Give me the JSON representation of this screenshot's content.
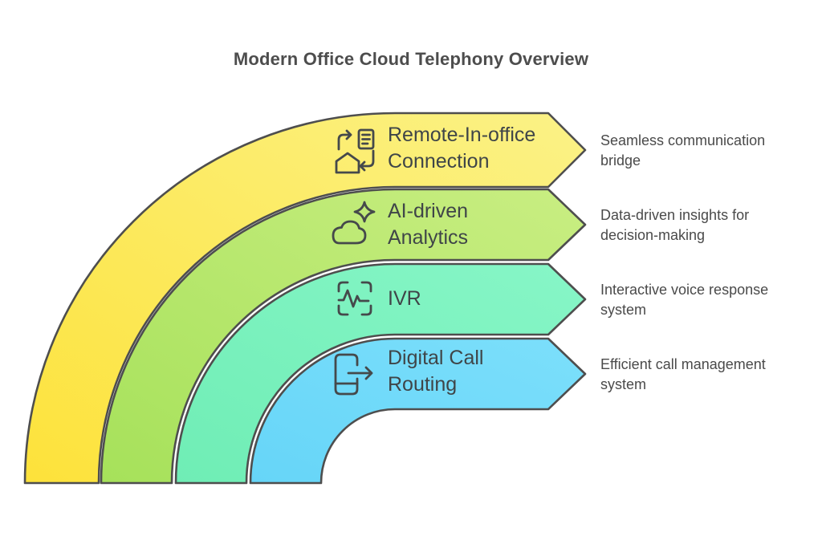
{
  "title": "Modern Office Cloud Telephony Overview",
  "colors": {
    "outline": "#4E4E4E",
    "icon_stroke": "#45494B",
    "title_text": "#4D4D4D",
    "label_text": "#3F4548",
    "desc_text": "#4A4A4A",
    "background": "#FFFFFF"
  },
  "bands": [
    {
      "label_line1": "Remote-In-office",
      "label_line2": "Connection",
      "desc_line1": "Seamless communication",
      "desc_line2": "bridge",
      "icon": "remote-office-sync-icon",
      "color_light": "#FBF287",
      "color_deep": "#FDE23A"
    },
    {
      "label_line1": "AI-driven",
      "label_line2": "Analytics",
      "desc_line1": "Data-driven insights for",
      "desc_line2": "decision-making",
      "icon": "ai-cloud-icon",
      "color_light": "#C9EE82",
      "color_deep": "#A6E15A"
    },
    {
      "label_line1": "IVR",
      "label_line2": "",
      "desc_line1": "Interactive voice response",
      "desc_line2": "system",
      "icon": "ivr-waveform-icon",
      "color_light": "#87F6C7",
      "color_deep": "#6FEDB5"
    },
    {
      "label_line1": "Digital Call",
      "label_line2": "Routing",
      "desc_line1": "Efficient call management",
      "desc_line2": "system",
      "icon": "call-routing-icon",
      "color_light": "#7CDFFB",
      "color_deep": "#66D5F8"
    }
  ]
}
